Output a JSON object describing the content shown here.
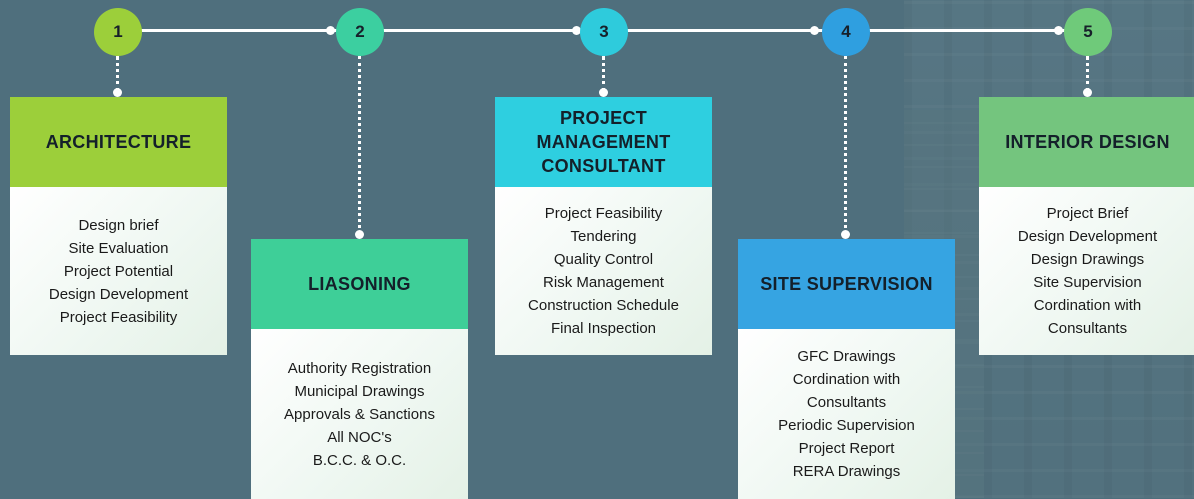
{
  "steps": [
    {
      "number": "1",
      "title": "ARCHITECTURE",
      "items": [
        "Design brief",
        "Site Evaluation",
        "Project Potential",
        "Design Development",
        "Project Feasibility"
      ],
      "color": "#9ccf3a",
      "head_color": "#9ccf3a"
    },
    {
      "number": "2",
      "title": "LIASONING",
      "items": [
        "Authority Registration",
        "Municipal Drawings",
        "Approvals & Sanctions",
        "All NOC's",
        "B.C.C. & O.C."
      ],
      "color": "#3ccfa0",
      "head_color": "#3ecf98"
    },
    {
      "number": "3",
      "title": "PROJECT MANAGEMENT CONSULTANT",
      "items": [
        "Project Feasibility",
        "Tendering",
        "Quality Control",
        "Risk Management",
        "Construction Schedule",
        "Final Inspection"
      ],
      "color": "#2ecbdc",
      "head_color": "#2ecfe0"
    },
    {
      "number": "4",
      "title": "SITE SUPERVISION",
      "items": [
        "GFC Drawings",
        "Cordination with",
        "Consultants",
        "Periodic Supervision",
        "Project Report",
        "RERA Drawings"
      ],
      "color": "#2f9fe0",
      "head_color": "#36a4e2"
    },
    {
      "number": "5",
      "title": "INTERIOR DESIGN",
      "items": [
        "Project Brief",
        "Design Development",
        "Design Drawings",
        "Site Supervision",
        "Cordination with",
        "Consultants"
      ],
      "color": "#6fca7a",
      "head_color": "#74c57e"
    }
  ]
}
